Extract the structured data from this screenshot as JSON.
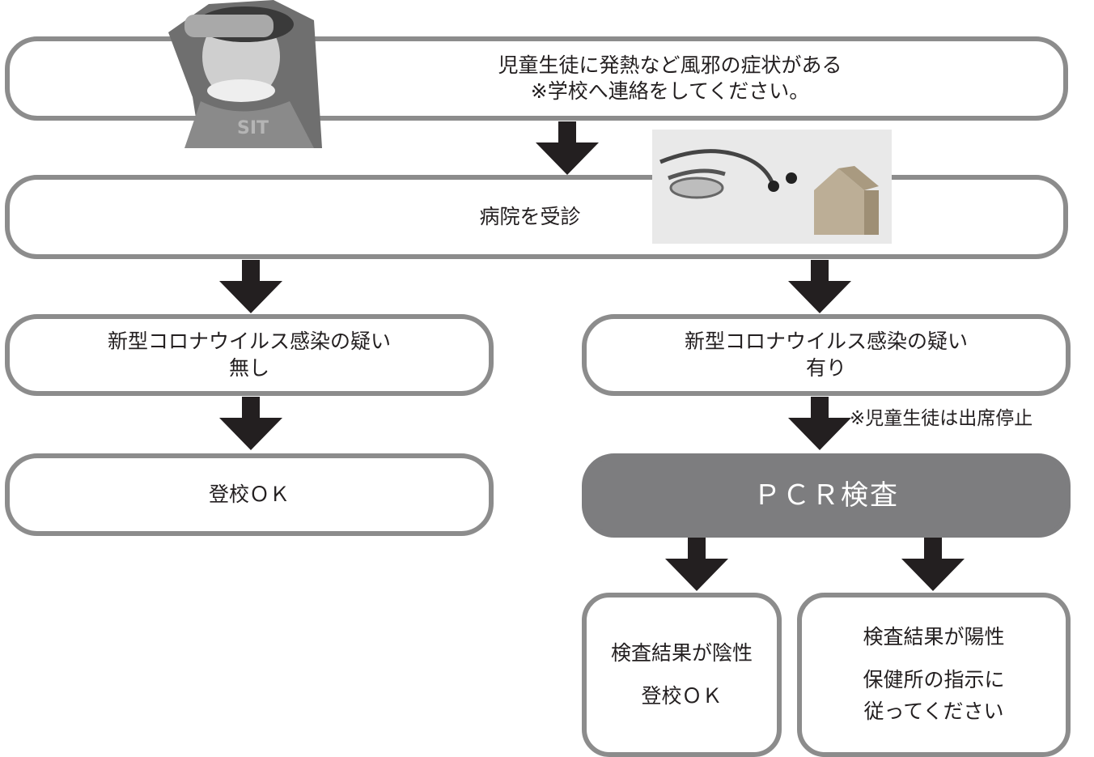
{
  "colors": {
    "border": "#8c8c8c",
    "arrow": "#231f20",
    "highlight_fill": "#7d7d7f",
    "highlight_text": "#ffffff"
  },
  "photos": {
    "child": "child-with-fever-photo",
    "stethoscope": "stethoscope-and-house-photo"
  },
  "nodes": {
    "symptoms": {
      "line1": "児童生徒に発熱など風邪の症状がある",
      "line2": "※学校へ連絡をしてください。"
    },
    "hospital": {
      "line1": "病院を受診"
    },
    "no_suspicion": {
      "line1": "新型コロナウイルス感染の疑い",
      "line2": "無し"
    },
    "suspicion": {
      "line1": "新型コロナウイルス感染の疑い",
      "line2": "有り"
    },
    "attend_ok": {
      "line1": "登校ＯＫ"
    },
    "pcr": {
      "line1": "ＰＣＲ検査"
    },
    "negative": {
      "line1": "検査結果が陰性",
      "line2": "登校ＯＫ"
    },
    "positive": {
      "line1": "検査結果が陽性",
      "line2": "保健所の指示に",
      "line3": "従ってください"
    }
  },
  "notes": {
    "suspension": "※児童生徒は出席停止"
  }
}
